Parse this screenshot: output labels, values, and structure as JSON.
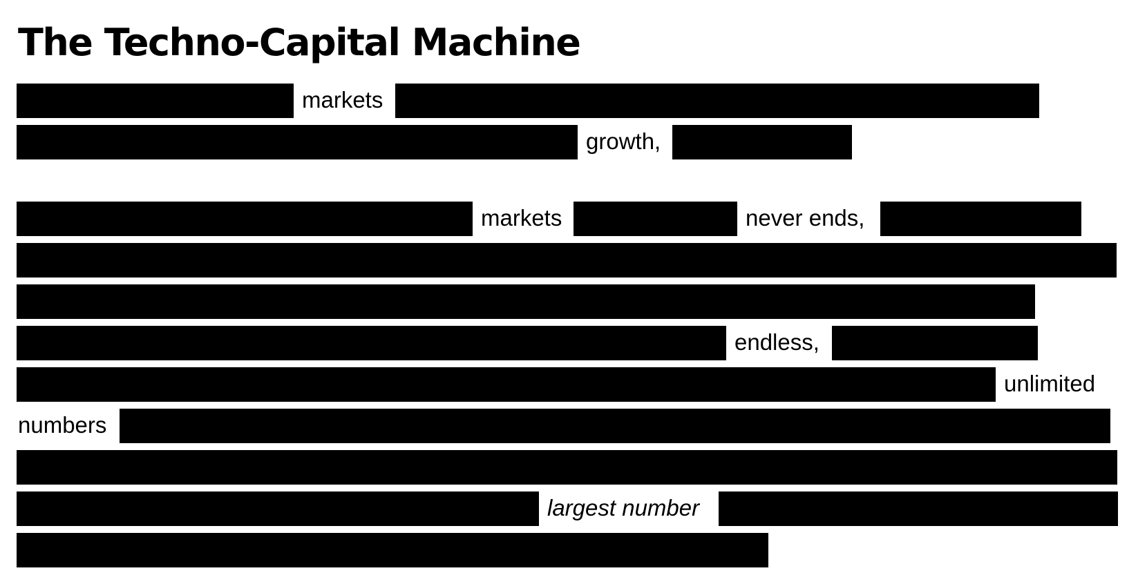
{
  "title": "The Techno-Capital Machine",
  "paragraphs": [
    {
      "visible_words": [
        "markets",
        "growth,"
      ]
    },
    {
      "visible_words": [
        "markets",
        "never ends,",
        "endless,",
        "unlimited",
        "numbers",
        "largest number"
      ]
    }
  ],
  "redaction_color": "#000000"
}
